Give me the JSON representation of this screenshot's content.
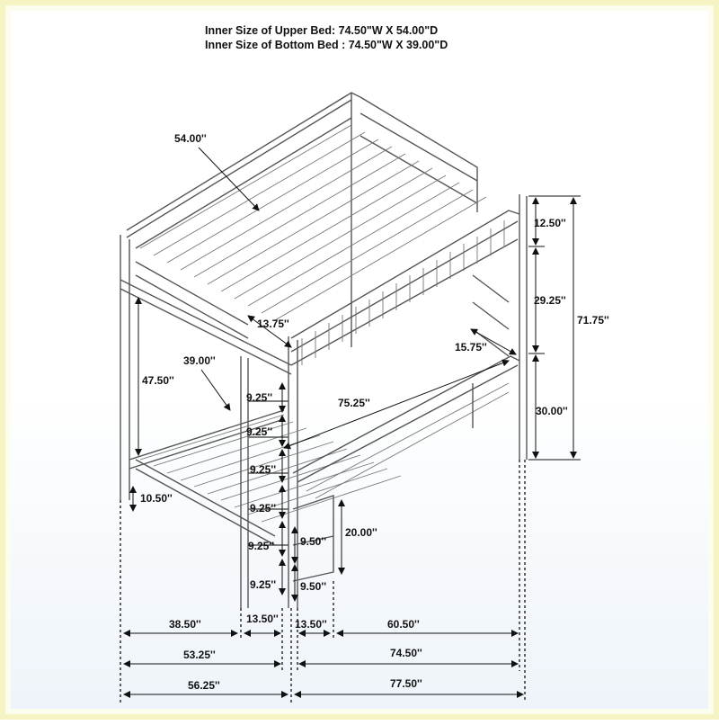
{
  "header": {
    "upper_bed": "Inner Size of Upper Bed: 74.50\"W X 54.00\"D",
    "bottom_bed": "Inner Size of Bottom Bed : 74.50\"W X 39.00\"D"
  },
  "dimensions": {
    "upper_depth": "54.00''",
    "bottom_depth": "39.00''",
    "upper_rail_height": "12.50''",
    "upper_to_desk": "29.25''",
    "total_height": "71.75''",
    "desk_height": "30.00''",
    "desk_depth": "15.75''",
    "desk_length": "75.25''",
    "ladder_width": "13.75''",
    "bottom_clearance": "47.50''",
    "step_1": "9.25''",
    "step_2": "9.25''",
    "step_3": "9.25''",
    "step_4": "9.25''",
    "step_5": "9.25''",
    "step_6": "9.25''",
    "bottom_rail_height": "10.50''",
    "shelf_height": "20.00''",
    "shelf_upper": "9.50''",
    "shelf_lower": "9.50''",
    "bottom_bed_width": "38.50''",
    "ladder_base_left": "13.50''",
    "ladder_base_right": "13.50''",
    "desk_span": "60.50''",
    "width_left_inner": "53.25''",
    "length_inner": "74.50''",
    "width_left_outer": "56.25''",
    "length_outer": "77.50''"
  },
  "colors": {
    "border": "#f6f4c2",
    "frame": "#555555",
    "text": "#111111"
  }
}
